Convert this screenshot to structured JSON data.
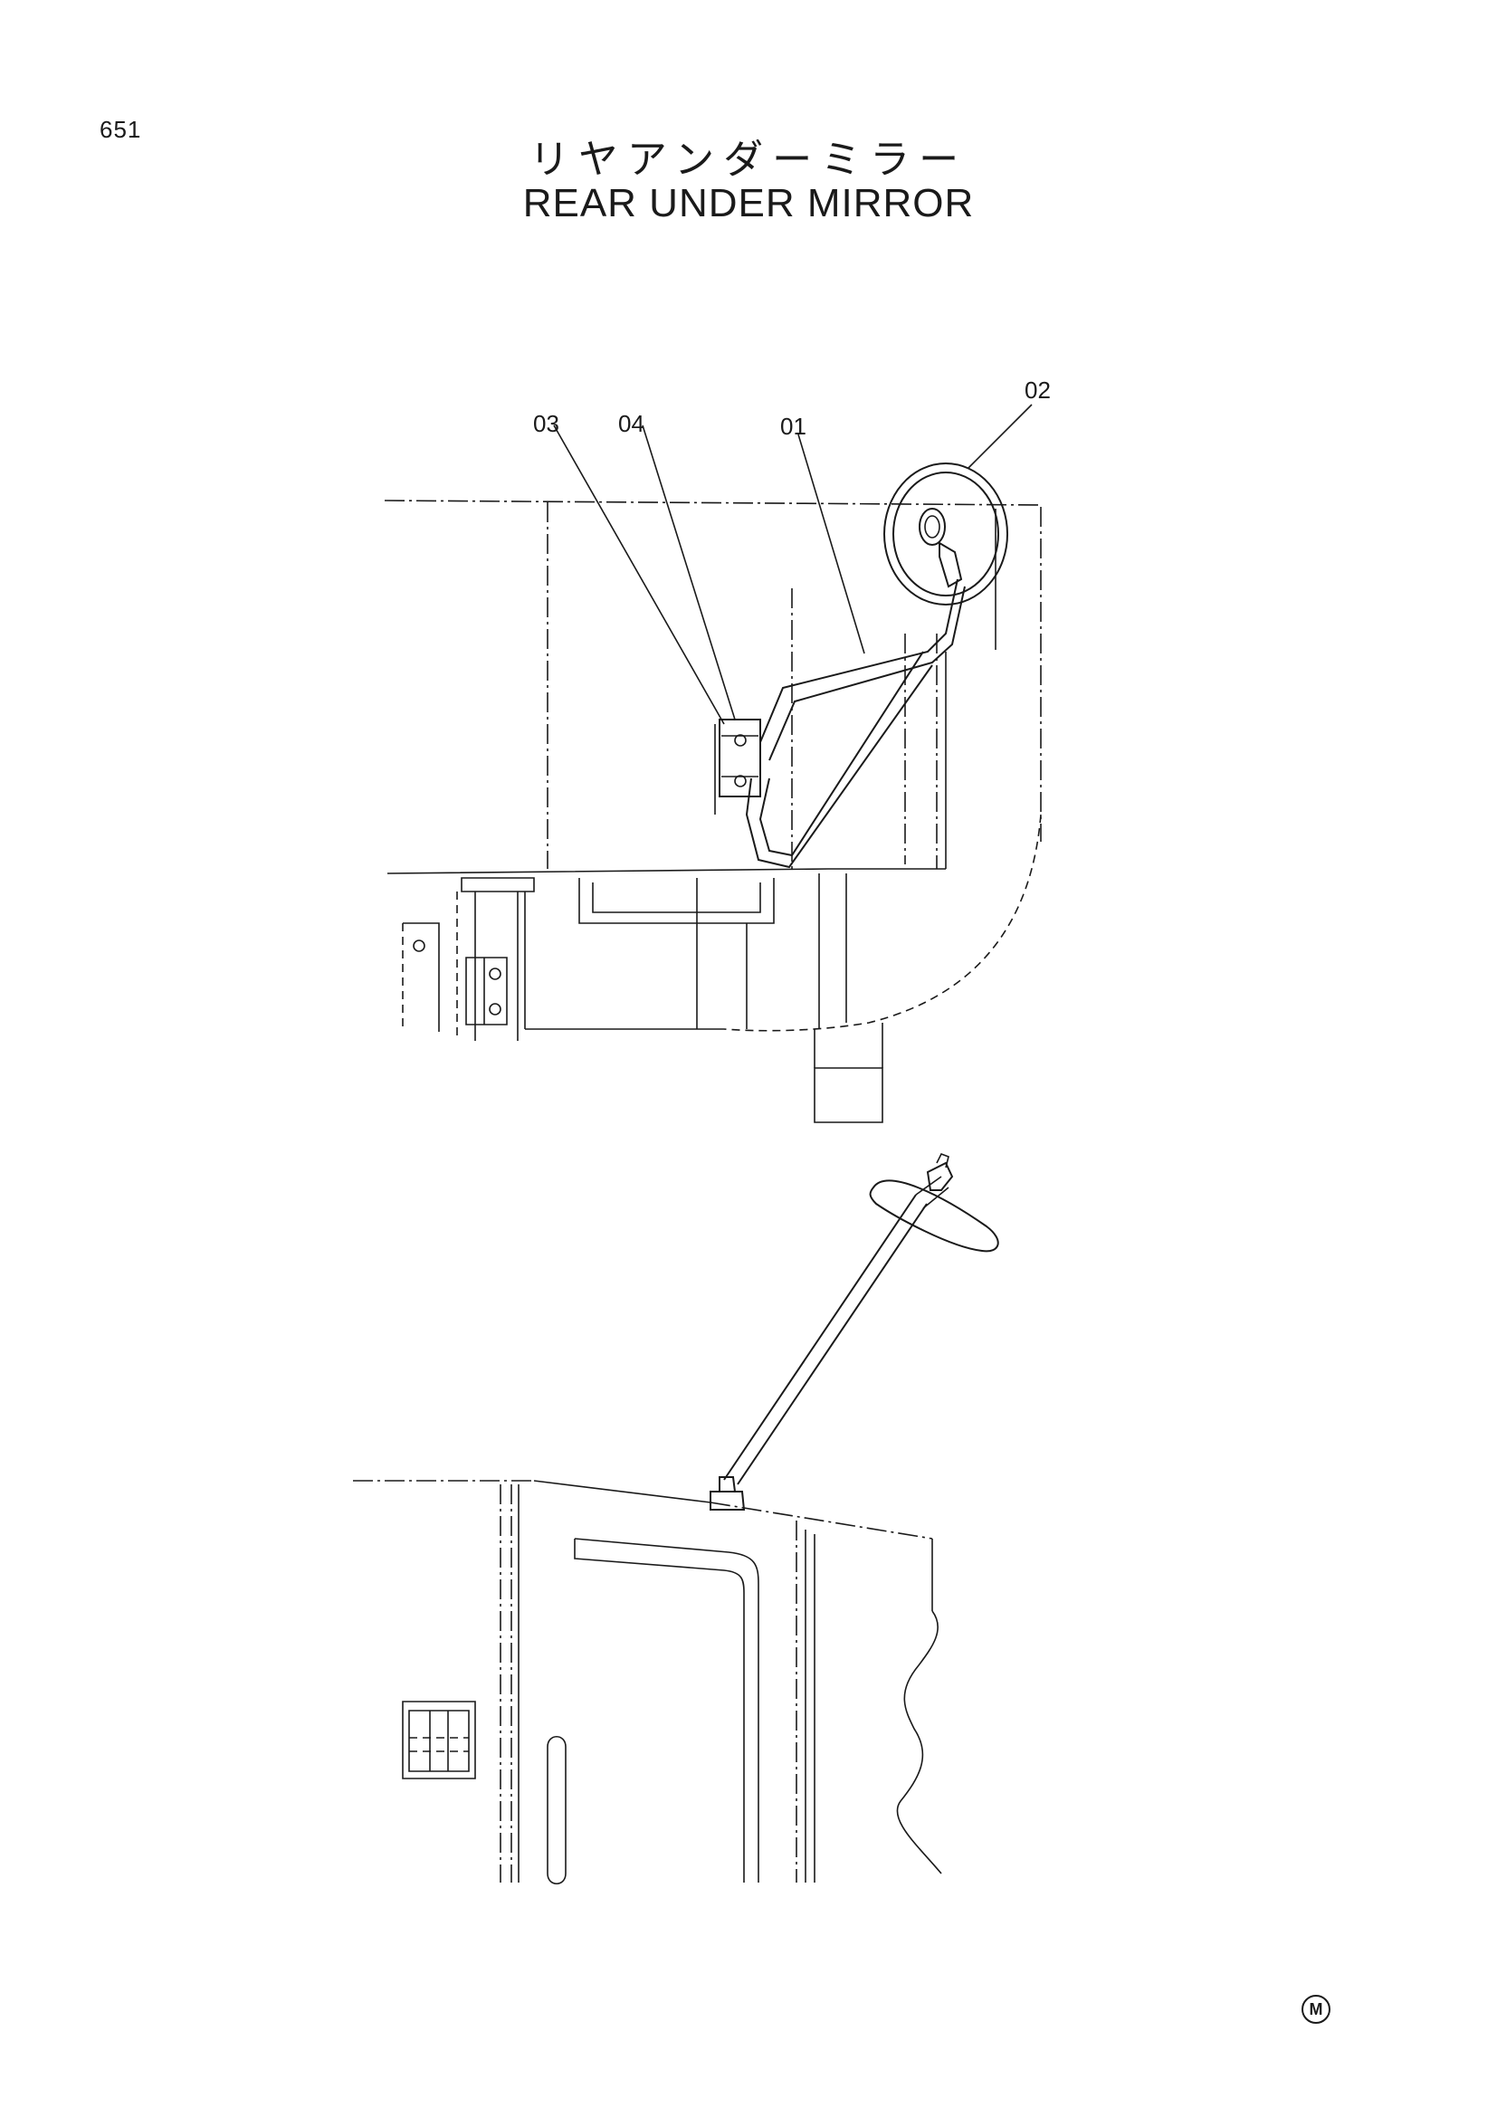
{
  "page_number": "651",
  "title": {
    "japanese": "リヤアンダーミラー",
    "english": "REAR UNDER MIRROR"
  },
  "callouts": [
    {
      "id": "callout-03",
      "label": "03"
    },
    {
      "id": "callout-04",
      "label": "04"
    },
    {
      "id": "callout-01",
      "label": "01"
    },
    {
      "id": "callout-02",
      "label": "02"
    }
  ],
  "footer_mark": "M"
}
